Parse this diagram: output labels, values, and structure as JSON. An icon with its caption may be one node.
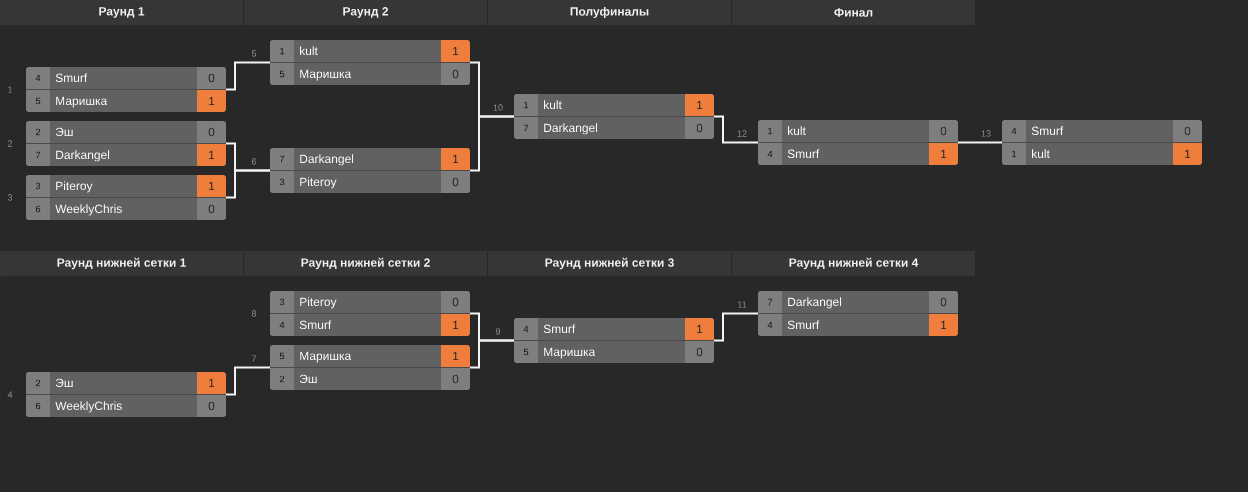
{
  "diagram": {
    "nodes": [
      {
        "text": [
          "Раунд 1"
        ]
      },
      {
        "text": [
          "Раунд 2"
        ]
      },
      {
        "text": [
          "Полуфиналы"
        ]
      },
      {
        "text": [
          "Финал"
        ]
      },
      {
        "text": [],
        "shape": "box",
        "beside": [
          "1"
        ]
      },
      {
        "text": [
          "4",
          "Smurf",
          "0"
        ],
        "in": 4
      },
      {
        "text": [
          "5",
          "Маришка",
          "1"
        ],
        "in": 4
      },
      {
        "text": [],
        "shape": "box",
        "beside": [
          "2"
        ]
      },
      {
        "text": [
          "2",
          "Эш",
          "0"
        ],
        "in": 7
      },
      {
        "text": [
          "7",
          "Darkangel",
          "1"
        ],
        "in": 7
      },
      {
        "text": [],
        "shape": "box",
        "beside": [
          "3"
        ]
      },
      {
        "text": [
          "3",
          "Piteroy",
          "1"
        ],
        "in": 10
      },
      {
        "text": [
          "6",
          "WeeklyChris",
          "0"
        ],
        "in": 10
      },
      {
        "text": [],
        "shape": "box",
        "beside": [
          "5"
        ]
      },
      {
        "text": [
          "1",
          "kult",
          "1"
        ],
        "in": 13
      },
      {
        "text": [
          "5",
          "Маришка",
          "0"
        ],
        "in": 13
      },
      {
        "text": [],
        "shape": "box",
        "beside": [
          "6"
        ]
      },
      {
        "text": [
          "7",
          "Darkangel",
          "1"
        ],
        "in": 16
      },
      {
        "text": [
          "3",
          "Piteroy",
          "0"
        ],
        "in": 16
      },
      {
        "text": [],
        "shape": "box",
        "beside": [
          "10"
        ]
      },
      {
        "text": [
          "1",
          "kult",
          "1"
        ],
        "in": 19
      },
      {
        "text": [
          "7",
          "Darkangel",
          "0"
        ],
        "in": 19
      },
      {
        "text": [],
        "shape": "box",
        "beside": [
          "12"
        ]
      },
      {
        "text": [
          "1",
          "kult",
          "0"
        ],
        "in": 22
      },
      {
        "text": [
          "4",
          "Smurf",
          "1"
        ],
        "in": 22
      },
      {
        "text": [],
        "shape": "box",
        "beside": [
          "13"
        ]
      },
      {
        "text": [
          "4",
          "Smurf",
          "0"
        ],
        "in": 25
      },
      {
        "text": [
          "1",
          "kult",
          "1"
        ],
        "in": 25
      },
      {
        "text": [
          "Раунд нижней сетки 1"
        ]
      },
      {
        "text": [
          "Раунд нижней сетки 2"
        ]
      },
      {
        "text": [
          "Раунд нижней сетки 3"
        ]
      },
      {
        "text": [
          "Раунд нижней сетки 4"
        ]
      },
      {
        "text": [],
        "shape": "box",
        "beside": [
          "4"
        ]
      },
      {
        "text": [
          "2",
          "Эш",
          "1"
        ],
        "in": 32
      },
      {
        "text": [
          "6",
          "WeeklyChris",
          "0"
        ],
        "in": 32
      },
      {
        "text": [],
        "shape": "box",
        "beside": [
          "8"
        ]
      },
      {
        "text": [
          "3",
          "Piteroy",
          "0"
        ],
        "in": 35
      },
      {
        "text": [
          "4",
          "Smurf",
          "1"
        ],
        "in": 35
      },
      {
        "text": [],
        "shape": "box",
        "beside": [
          "7"
        ]
      },
      {
        "text": [
          "5",
          "Маришка",
          "1"
        ],
        "in": 38
      },
      {
        "text": [
          "2",
          "Эш",
          "0"
        ],
        "in": 38
      },
      {
        "text": [],
        "shape": "box",
        "beside": [
          "9"
        ]
      },
      {
        "text": [
          "4",
          "Smurf",
          "1"
        ],
        "in": 41
      },
      {
        "text": [
          "5",
          "Маришка",
          "0"
        ],
        "in": 41
      },
      {
        "text": [],
        "shape": "box",
        "beside": [
          "11"
        ]
      },
      {
        "text": [
          "7",
          "Darkangel",
          "0"
        ],
        "in": 44
      },
      {
        "text": [
          "4",
          "Smurf",
          "1"
        ],
        "in": 44
      }
    ],
    "edges": [
      {
        "from": 4,
        "to": 13,
        "arrow": "none"
      },
      {
        "from": 7,
        "to": 16,
        "arrow": "none"
      },
      {
        "from": 10,
        "to": 16,
        "arrow": "none"
      },
      {
        "from": 13,
        "to": 19,
        "arrow": "none"
      },
      {
        "from": 16,
        "to": 19,
        "arrow": "none"
      },
      {
        "from": 19,
        "to": 22,
        "arrow": "none"
      },
      {
        "from": 22,
        "to": 25,
        "arrow": "none"
      },
      {
        "from": 32,
        "to": 38,
        "arrow": "none"
      },
      {
        "from": 35,
        "to": 41,
        "arrow": "none"
      },
      {
        "from": 38,
        "to": 41,
        "arrow": "none"
      },
      {
        "from": 41,
        "to": 44,
        "arrow": "none"
      }
    ]
  }
}
